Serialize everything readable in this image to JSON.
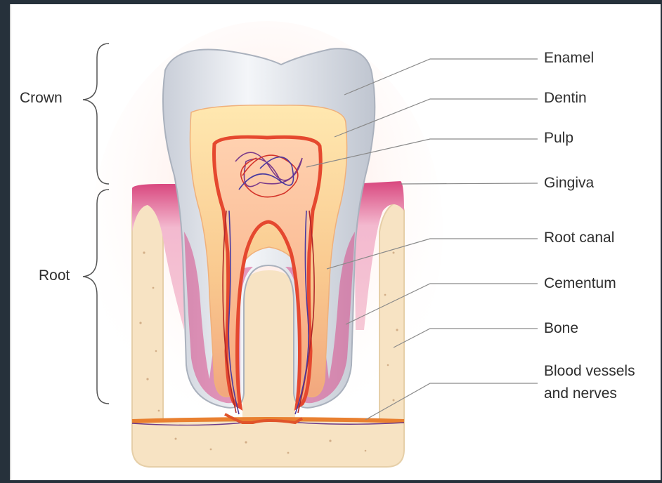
{
  "labels": {
    "enamel": "Enamel",
    "dentin": "Dentin",
    "pulp": "Pulp",
    "gingiva": "Gingiva",
    "root_canal": "Root canal",
    "cementum": "Cementum",
    "bone": "Bone",
    "blood_vessels_line1": "Blood vessels",
    "blood_vessels_line2": "and nerves"
  },
  "brackets": {
    "crown": "Crown",
    "root": "Root"
  },
  "colors": {
    "background_frame": "#26313b",
    "panel": "#ffffff",
    "enamel": "#dfe3ea",
    "dentin": "#f9c98a",
    "pulp": "#e9483a",
    "gingiva": "#e9a3c0",
    "bone": "#f7e3c3",
    "leader_lines": "#8a8a8a"
  }
}
